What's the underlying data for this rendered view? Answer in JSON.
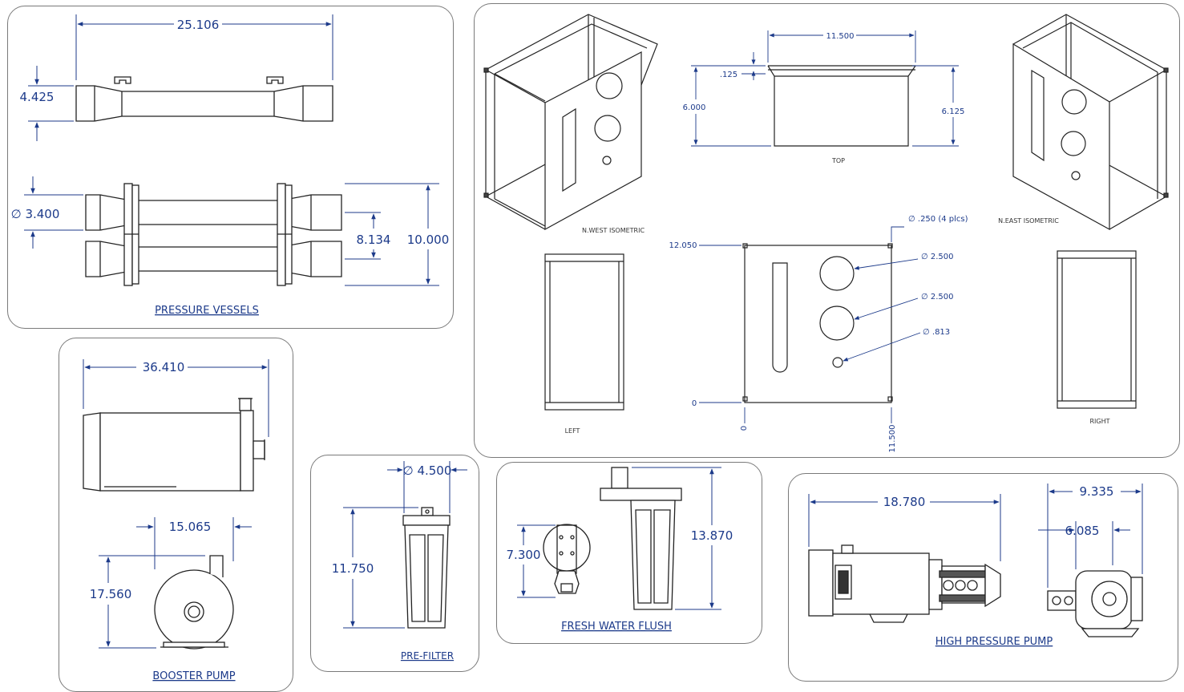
{
  "colors": {
    "dimension": "#1c3a8a",
    "outline": "#222222",
    "panel_border": "#7a7a7a"
  },
  "pressure_vessels": {
    "title": "PRESSURE VESSELS",
    "dim_length": "25.106",
    "dim_height": "4.425",
    "dim_diameter": "∅ 3.400",
    "dim_spacing": "8.134",
    "dim_total": "10.000"
  },
  "frame": {
    "view_nw": "N.WEST ISOMETRIC",
    "view_ne": "N.EAST ISOMETRIC",
    "view_top": "TOP",
    "view_left": "LEFT",
    "view_right": "RIGHT",
    "top_width": "11.500",
    "top_flange": ".125",
    "top_depth_left": "6.000",
    "top_depth_right": "6.125",
    "front_height": "12.050",
    "front_zero_y": "0",
    "front_zero_x": "0",
    "front_width": "11.500",
    "hole_small": "∅ .250 (4 plcs)",
    "hole_1": "∅ 2.500",
    "hole_2": "∅ 2.500",
    "hole_3": "∅ .813"
  },
  "booster_pump": {
    "title": "BOOSTER PUMP",
    "dim_length": "36.410",
    "dim_width": "15.065",
    "dim_height": "17.560"
  },
  "pre_filter": {
    "title": "PRE-FILTER",
    "dim_diameter": "∅ 4.500",
    "dim_height": "11.750"
  },
  "fresh_water_flush": {
    "title": "FRESH WATER FLUSH",
    "dim_side": "7.300",
    "dim_height": "13.870"
  },
  "high_pressure_pump": {
    "title": "HIGH PRESSURE PUMP",
    "dim_length": "18.780",
    "dim_width": "9.335",
    "dim_inner": "6.085"
  }
}
